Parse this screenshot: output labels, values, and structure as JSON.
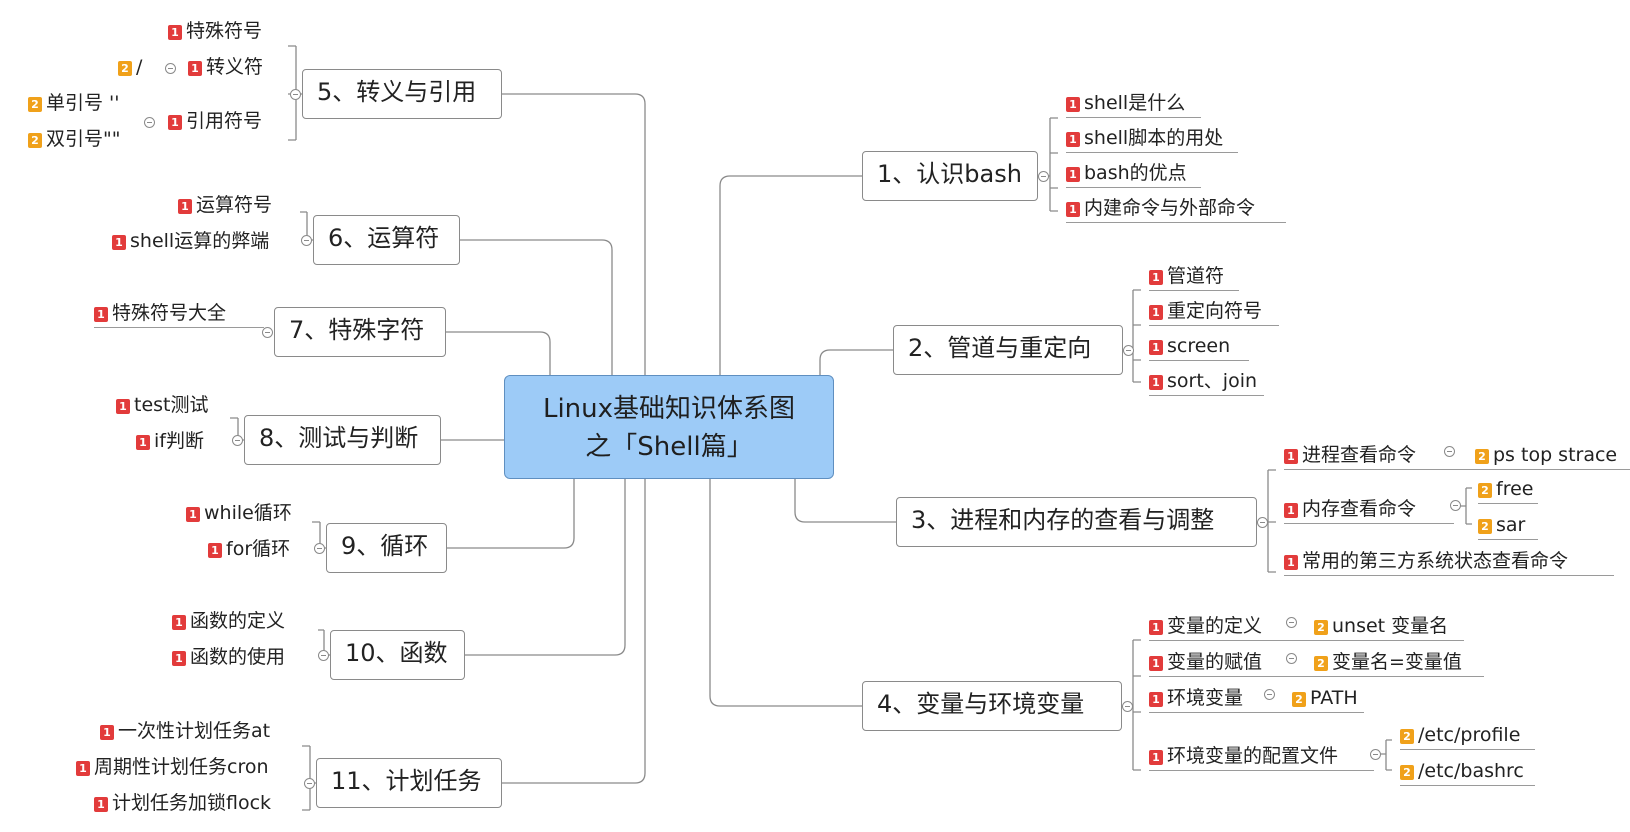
{
  "colors": {
    "central_fill": "#9dcbf7",
    "priority1": "#e23b3b",
    "priority2": "#f0a11a",
    "line": "#8a8a8a"
  },
  "central": {
    "line1": "Linux基础知识体系图",
    "line2": "之「Shell篇」"
  },
  "topics": {
    "t1": "1、认识bash",
    "t2": "2、管道与重定向",
    "t3": "3、进程和内存的查看与调整",
    "t4": "4、变量与环境变量",
    "t5": "5、转义与引用",
    "t6": "6、运算符",
    "t7": "7、特殊字符",
    "t8": "8、测试与判断",
    "t9": "9、循环",
    "t10": "10、函数",
    "t11": "11、计划任务"
  },
  "leaves": {
    "t1_a": "shell是什么",
    "t1_b": "shell脚本的用处",
    "t1_c": "bash的优点",
    "t1_d": "内建命令与外部命令",
    "t2_a": "管道符",
    "t2_b": "重定向符号",
    "t2_c": "screen",
    "t2_d": "sort、join",
    "t3_a": "进程查看命令",
    "t3_a1": "ps top strace",
    "t3_b": "内存查看命令",
    "t3_b1": "free",
    "t3_b2": "sar",
    "t3_c": "常用的第三方系统状态查看命令",
    "t4_a": "变量的定义",
    "t4_a1": "unset 变量名",
    "t4_b": "变量的赋值",
    "t4_b1": "变量名=变量值",
    "t4_c": "环境变量",
    "t4_c1": "PATH",
    "t4_d": "环境变量的配置文件",
    "t4_d1": "/etc/profile",
    "t4_d2": "/etc/bashrc",
    "t5_a": "特殊符号",
    "t5_b": "转义符",
    "t5_b1": "/",
    "t5_c": "引用符号",
    "t5_c1": "单引号 ''",
    "t5_c2": "双引号\"\"",
    "t6_a": "运算符号",
    "t6_b": "shell运算的弊端",
    "t7_a": "特殊符号大全",
    "t8_a": "test测试",
    "t8_b": "if判断",
    "t9_a": "while循环",
    "t9_b": "for循环",
    "t10_a": "函数的定义",
    "t10_b": "函数的使用",
    "t11_a": "一次性计划任务at",
    "t11_b": "周期性计划任务cron",
    "t11_c": "计划任务加锁flock"
  }
}
